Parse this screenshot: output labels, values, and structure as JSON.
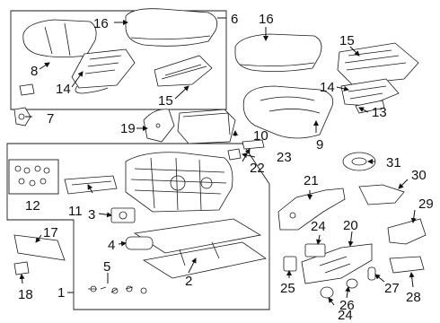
{
  "diagram": {
    "type": "exploded-parts-diagram",
    "callouts": {
      "c1": "1",
      "c2": "2",
      "c3": "3",
      "c4": "4",
      "c5": "5",
      "c6": "6",
      "c7": "7",
      "c8": "8",
      "c9": "9",
      "c10": "10",
      "c11": "11",
      "c12": "12",
      "c13": "13",
      "c14a": "14",
      "c14b": "14",
      "c15a": "15",
      "c15b": "15",
      "c16a": "16",
      "c16b": "16",
      "c17": "17",
      "c18": "18",
      "c19": "19",
      "c20": "20",
      "c21": "21",
      "c22": "22",
      "c23": "23",
      "c24a": "24",
      "c24b": "24",
      "c25": "25",
      "c26": "26",
      "c27": "27",
      "c28": "28",
      "c29": "29",
      "c30": "30",
      "c31": "31"
    }
  }
}
